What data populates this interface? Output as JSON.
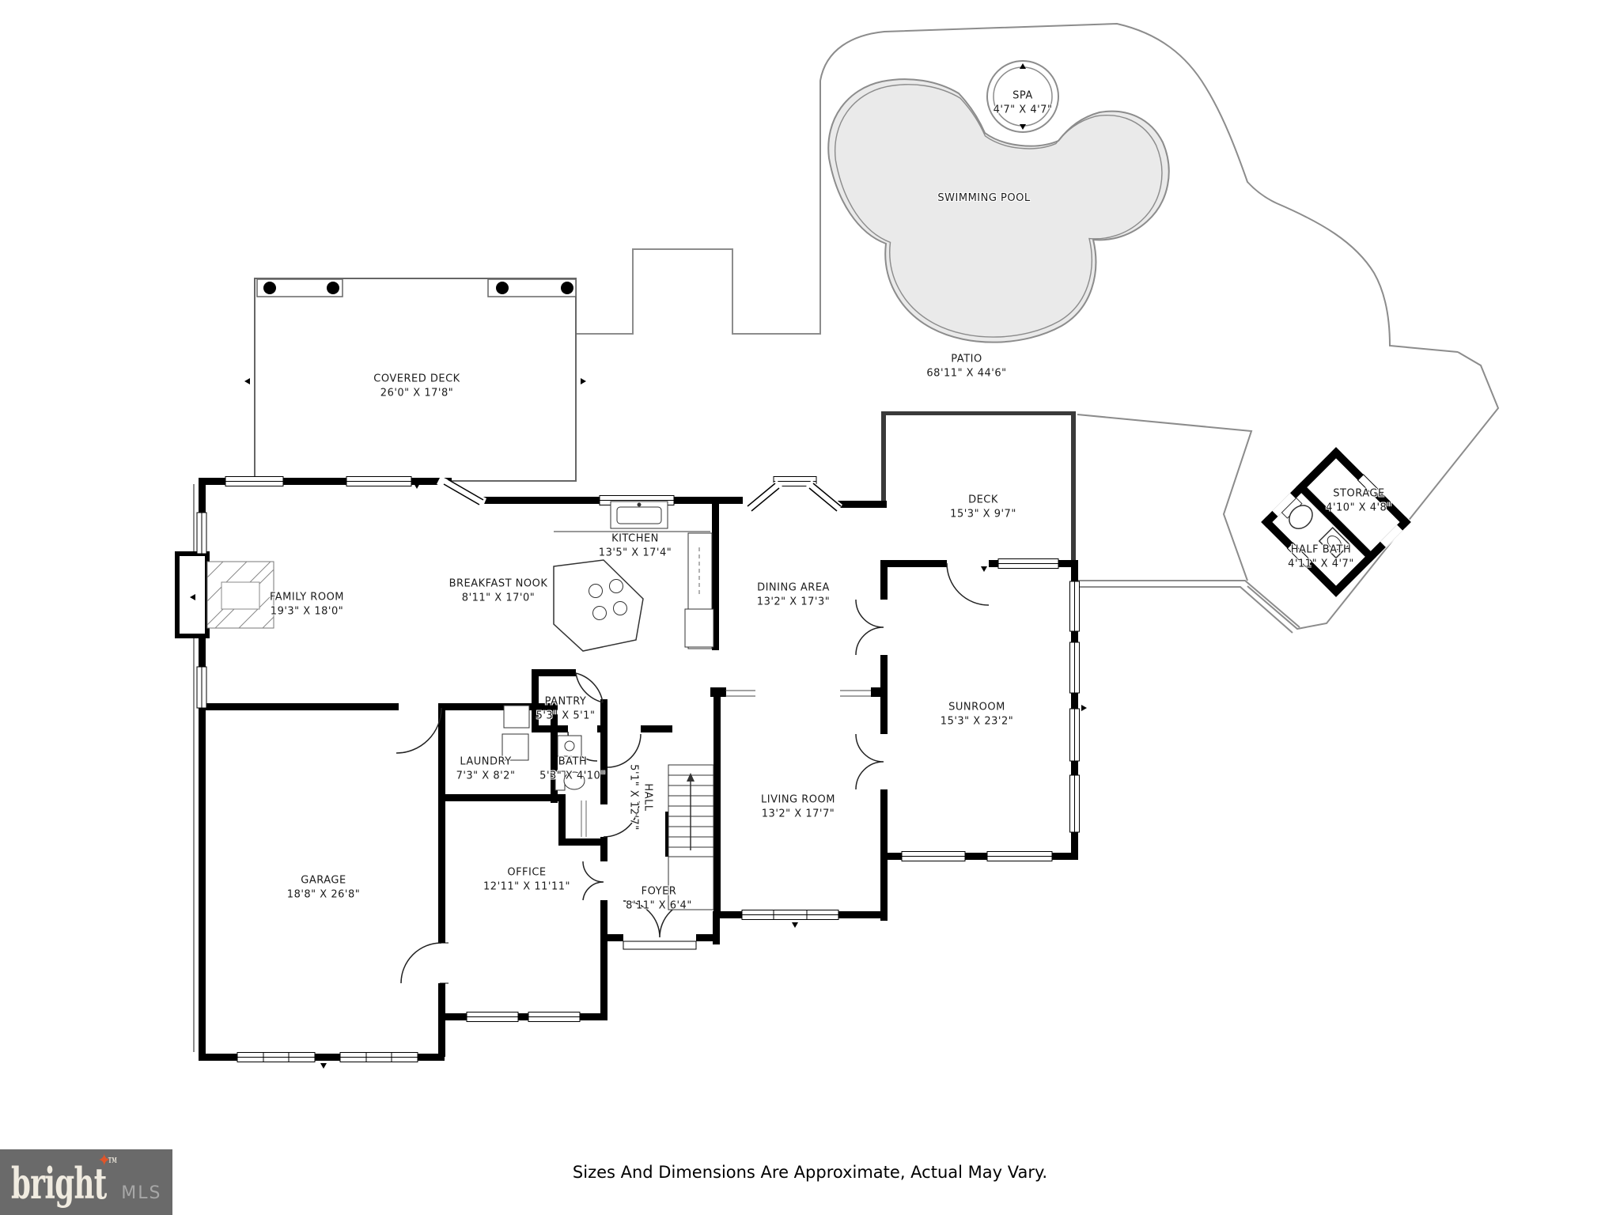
{
  "footer": {
    "disclaimer": "Sizes And Dimensions Are Approximate, Actual May Vary."
  },
  "logo": {
    "brand": "bright",
    "mls": "MLS",
    "tm": "TM",
    "star_glyph": "✦",
    "bg_color": "#6a6a6a",
    "brand_color": "#f0ebe0",
    "mls_color": "#a7a7a7",
    "star_color": "#e0552a"
  },
  "colors": {
    "wall": "#000000",
    "thin_line": "#8c8c8c",
    "pool_fill": "#eaeaea",
    "label_text": "#1c1c1c",
    "background": "#ffffff"
  },
  "rooms": [
    {
      "id": "spa",
      "name": "SPA",
      "dims": "4'7\" X 4'7\""
    },
    {
      "id": "swimming-pool",
      "name": "SWIMMING POOL",
      "dims": ""
    },
    {
      "id": "patio",
      "name": "PATIO",
      "dims": "68'11\" X 44'6\""
    },
    {
      "id": "covered-deck",
      "name": "COVERED DECK",
      "dims": "26'0\" X 17'8\""
    },
    {
      "id": "deck",
      "name": "DECK",
      "dims": "15'3\" X 9'7\""
    },
    {
      "id": "kitchen",
      "name": "KITCHEN",
      "dims": "13'5\" X 17'4\""
    },
    {
      "id": "breakfast-nook",
      "name": "BREAKFAST NOOK",
      "dims": "8'11\" X 17'0\""
    },
    {
      "id": "family-room",
      "name": "FAMILY ROOM",
      "dims": "19'3\" X 18'0\""
    },
    {
      "id": "dining-area",
      "name": "DINING AREA",
      "dims": "13'2\" X 17'3\""
    },
    {
      "id": "storage",
      "name": "STORAGE",
      "dims": "4'10\" X 4'8\""
    },
    {
      "id": "half-bath",
      "name": "HALF BATH",
      "dims": "4'11\" X 4'7\""
    },
    {
      "id": "sunroom",
      "name": "SUNROOM",
      "dims": "15'3\" X 23'2\""
    },
    {
      "id": "pantry",
      "name": "PANTRY",
      "dims": "5'3\" X 5'1\""
    },
    {
      "id": "laundry",
      "name": "LAUNDRY",
      "dims": "7'3\" X 8'2\""
    },
    {
      "id": "bath",
      "name": "BATH",
      "dims": "5'3\" X 4'10\""
    },
    {
      "id": "hall",
      "name": "HALL",
      "dims": "5'1\" X 12'7\""
    },
    {
      "id": "living-room",
      "name": "LIVING ROOM",
      "dims": "13'2\" X 17'7\""
    },
    {
      "id": "office",
      "name": "OFFICE",
      "dims": "12'11\" X 11'11\""
    },
    {
      "id": "garage",
      "name": "GARAGE",
      "dims": "18'8\" X 26'8\""
    },
    {
      "id": "foyer",
      "name": "FOYER",
      "dims": "8'11\" X 6'4\""
    }
  ]
}
